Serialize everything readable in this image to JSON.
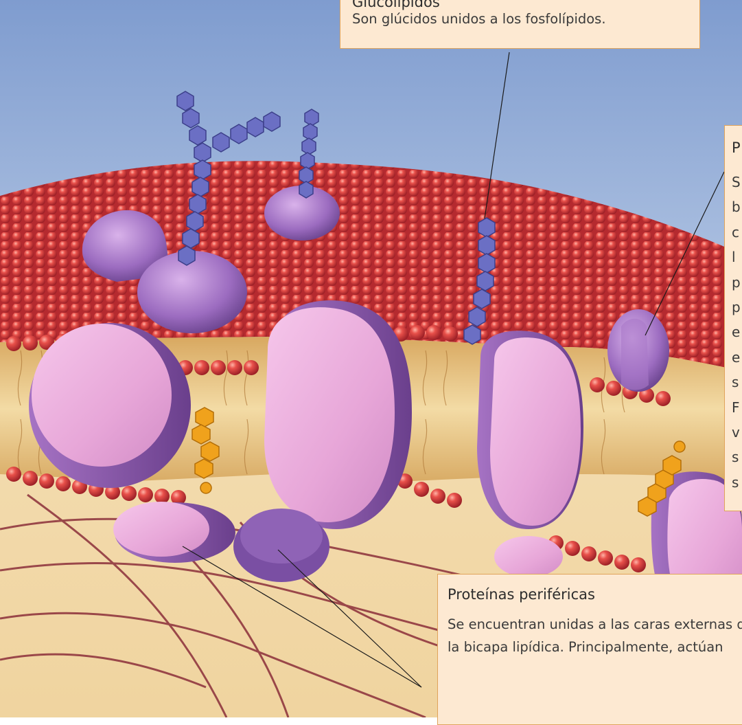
{
  "callouts": {
    "glycolipids": {
      "title": "Glucolípidos",
      "body": "Son glúcidos unidos a los fosfolípidos."
    },
    "integral_proteins": {
      "title": "P",
      "lines": [
        "S",
        "b",
        "c",
        "l",
        "p",
        "p",
        "e",
        "e",
        "s",
        "F",
        "v",
        "s",
        "s"
      ]
    },
    "peripheral_proteins": {
      "title": "Proteínas periféricas",
      "body": "Se encuentran unidas a las caras externas de la bicapa lipídica. Principalmente, actúan"
    }
  },
  "colors": {
    "sky_top": "#7f9ccf",
    "sky_bottom": "#f3e2c6",
    "phospholipid_head": "#d73a3a",
    "lipid_core": "#e7c383",
    "protein": "#e7a6d8",
    "protein_shadow": "#7b4d9e",
    "glycan": "#6b6fc4",
    "cholesterol": "#f0a21c",
    "cytoskeleton": "#8b2f3a",
    "callout_fill": "#fde9d2",
    "callout_border": "#e0a35a"
  }
}
